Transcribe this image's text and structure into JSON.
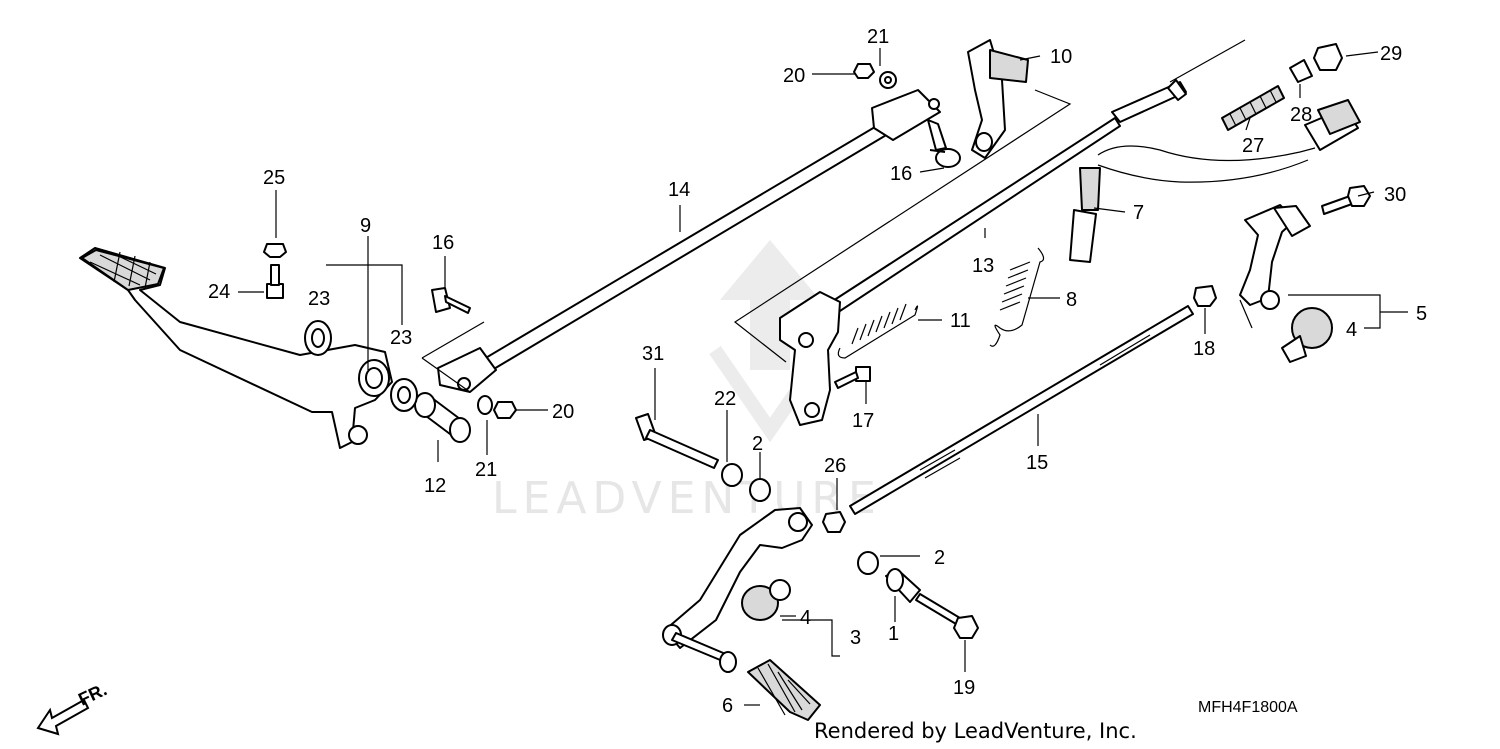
{
  "callouts": [
    {
      "id": "c1",
      "label": "1"
    },
    {
      "id": "c2a",
      "label": "2"
    },
    {
      "id": "c2b",
      "label": "2"
    },
    {
      "id": "c3",
      "label": "3"
    },
    {
      "id": "c4a",
      "label": "4"
    },
    {
      "id": "c4b",
      "label": "4"
    },
    {
      "id": "c5",
      "label": "5"
    },
    {
      "id": "c6",
      "label": "6"
    },
    {
      "id": "c7",
      "label": "7"
    },
    {
      "id": "c8",
      "label": "8"
    },
    {
      "id": "c9",
      "label": "9"
    },
    {
      "id": "c10",
      "label": "10"
    },
    {
      "id": "c11",
      "label": "11"
    },
    {
      "id": "c12",
      "label": "12"
    },
    {
      "id": "c13",
      "label": "13"
    },
    {
      "id": "c14",
      "label": "14"
    },
    {
      "id": "c15",
      "label": "15"
    },
    {
      "id": "c16a",
      "label": "16"
    },
    {
      "id": "c16b",
      "label": "16"
    },
    {
      "id": "c17",
      "label": "17"
    },
    {
      "id": "c18",
      "label": "18"
    },
    {
      "id": "c19",
      "label": "19"
    },
    {
      "id": "c20a",
      "label": "20"
    },
    {
      "id": "c20b",
      "label": "20"
    },
    {
      "id": "c21a",
      "label": "21"
    },
    {
      "id": "c21b",
      "label": "21"
    },
    {
      "id": "c22",
      "label": "22"
    },
    {
      "id": "c23a",
      "label": "23"
    },
    {
      "id": "c23b",
      "label": "23"
    },
    {
      "id": "c24",
      "label": "24"
    },
    {
      "id": "c25",
      "label": "25"
    },
    {
      "id": "c26",
      "label": "26"
    },
    {
      "id": "c27",
      "label": "27"
    },
    {
      "id": "c28",
      "label": "28"
    },
    {
      "id": "c29",
      "label": "29"
    },
    {
      "id": "c30",
      "label": "30"
    },
    {
      "id": "c31",
      "label": "31"
    }
  ],
  "diagram_code": "MFH4F1800A",
  "credit": "Rendered by LeadVenture, Inc.",
  "watermark": "LEADVENTURE",
  "front_marker": "FR."
}
